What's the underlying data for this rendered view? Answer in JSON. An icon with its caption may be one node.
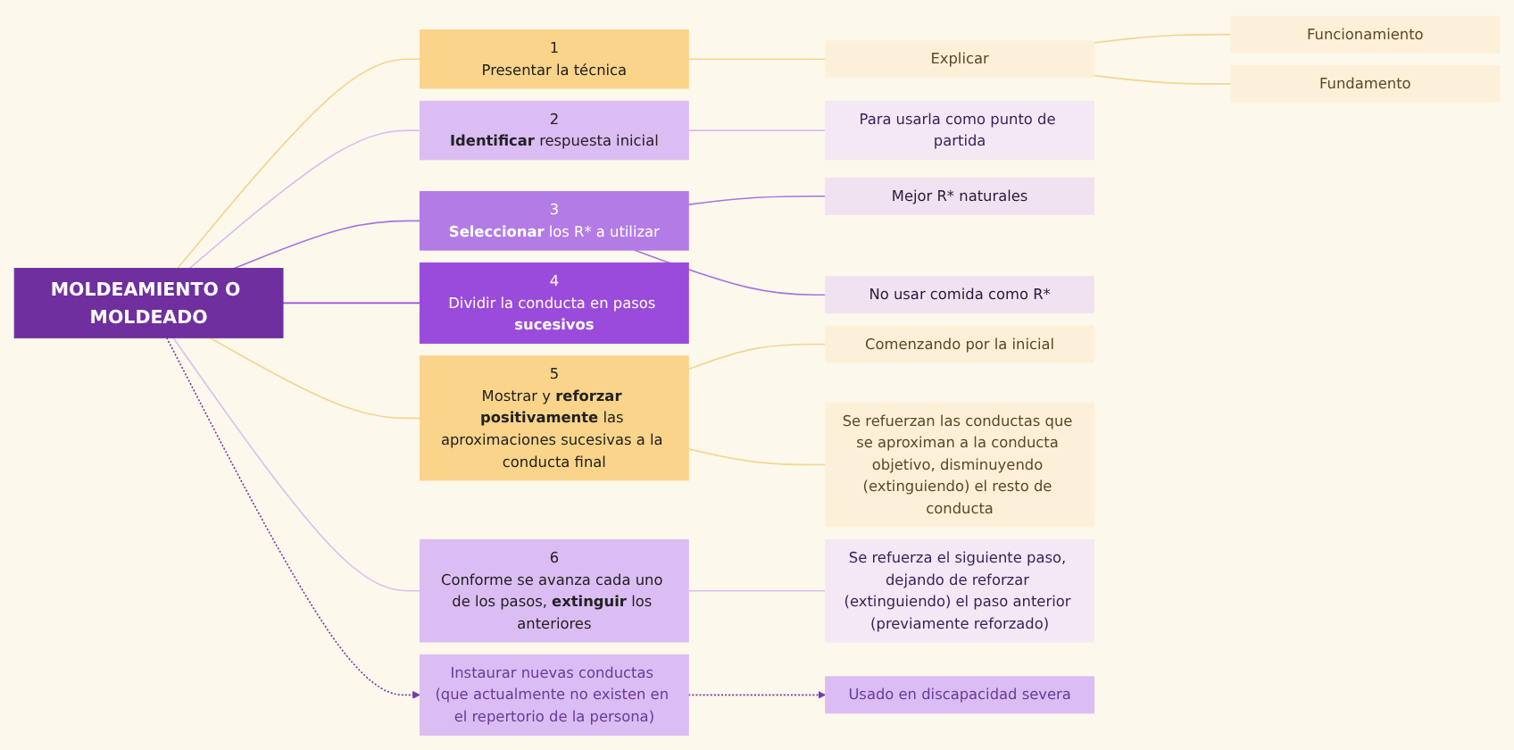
{
  "diagram": {
    "nodes": [
      {
        "text": [
          "MOLDEAMIENTO O MOLDEADO"
        ]
      },
      {
        "text": [
          "1",
          "Presentar la técnica"
        ]
      },
      {
        "text": [
          "Explicar"
        ]
      },
      {
        "text": [
          "Funcionamiento"
        ]
      },
      {
        "text": [
          "Fundamento"
        ]
      },
      {
        "text": [
          "2",
          "**Identificar** respuesta inicial"
        ]
      },
      {
        "text": [
          "Para usarla como punto de partida"
        ]
      },
      {
        "text": [
          "3",
          "**Seleccionar** los R* a utilizar"
        ]
      },
      {
        "text": [
          "Mejor R* naturales"
        ]
      },
      {
        "text": [
          "No usar comida como R*"
        ]
      },
      {
        "text": [
          "4",
          "Dividir la conducta en pasos **sucesivos**"
        ]
      },
      {
        "text": [
          "5",
          "Mostrar y **reforzar positivamente** las aproximaciones sucesivas a la conducta final"
        ]
      },
      {
        "text": [
          "Comenzando por la inicial"
        ]
      },
      {
        "text": [
          "Se refuerzan las conductas que se aproximan a la conducta objetivo, disminuyendo (extinguiendo) el resto de conducta"
        ]
      },
      {
        "text": [
          "6",
          "Conforme se avanza cada uno de los pasos, **extinguir** los anteriores"
        ]
      },
      {
        "text": [
          "Se refuerza el siguiente paso, dejando de reforzar (extinguiendo) el paso anterior (previamente reforzado)"
        ]
      },
      {
        "text": [
          "Instaurar nuevas conductas (que actualmente no existen en el repertorio de la persona)"
        ]
      },
      {
        "text": [
          "Usado en discapacidad severa"
        ]
      }
    ],
    "edges": [
      {
        "from": 0,
        "to": 1,
        "arrow": "none",
        "color": "#f5d48e"
      },
      {
        "from": 1,
        "to": 2,
        "arrow": "none",
        "color": "#f5d48e"
      },
      {
        "from": 2,
        "to": 3,
        "arrow": "none",
        "color": "#f5d48e"
      },
      {
        "from": 2,
        "to": 4,
        "arrow": "none",
        "color": "#f5d48e"
      },
      {
        "from": 0,
        "to": 5,
        "arrow": "none",
        "color": "#d9bff0"
      },
      {
        "from": 5,
        "to": 6,
        "arrow": "none",
        "color": "#d9bff0"
      },
      {
        "from": 0,
        "to": 7,
        "arrow": "none",
        "color": "#a874e0"
      },
      {
        "from": 7,
        "to": 8,
        "arrow": "none",
        "color": "#a874e0"
      },
      {
        "from": 7,
        "to": 9,
        "arrow": "none",
        "color": "#a874e0"
      },
      {
        "from": 0,
        "to": 10,
        "arrow": "none",
        "color": "#9b4bdb"
      },
      {
        "from": 0,
        "to": 11,
        "arrow": "none",
        "color": "#f5d48e"
      },
      {
        "from": 11,
        "to": 12,
        "arrow": "none",
        "color": "#f5d48e"
      },
      {
        "from": 11,
        "to": 13,
        "arrow": "none",
        "color": "#f5d48e"
      },
      {
        "from": 0,
        "to": 14,
        "arrow": "none",
        "color": "#d9bff0"
      },
      {
        "from": 14,
        "to": 15,
        "arrow": "none",
        "color": "#d9bff0"
      },
      {
        "from": 0,
        "to": 16,
        "arrow": "to",
        "style": "dashed",
        "color": "#7a3aa6"
      },
      {
        "from": 16,
        "to": 17,
        "arrow": "to",
        "style": "dashed",
        "color": "#7a3aa6"
      }
    ]
  }
}
